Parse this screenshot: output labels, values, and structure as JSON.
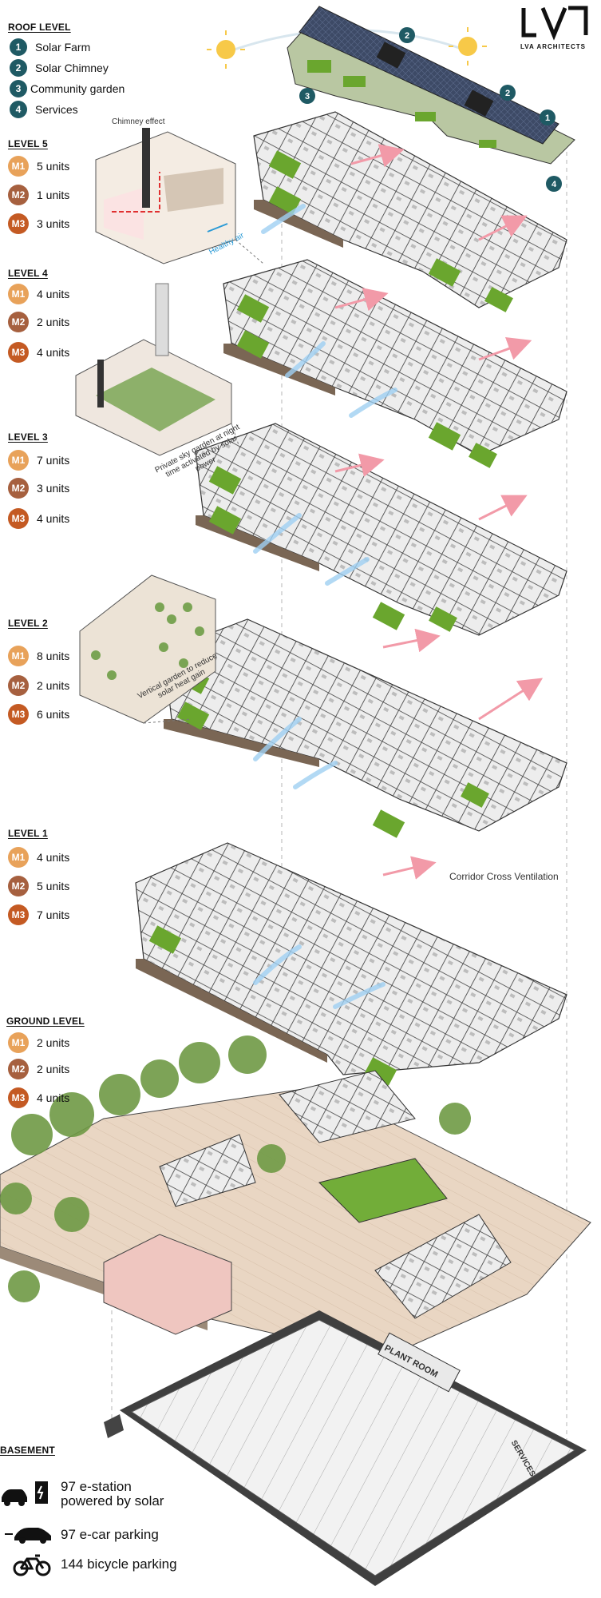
{
  "logo": {
    "text": "LVA ARCHITECTS",
    "colors": {
      "mark": "#111111"
    }
  },
  "colors": {
    "teal_badge": "#1f5a64",
    "m1": "#e8a25a",
    "m2": "#a6603f",
    "m3": "#c45a23",
    "green": "#6aa62e",
    "airflow": "#9fd0f2",
    "exhaust": "#f29aa8"
  },
  "roof_level": {
    "title": "ROOF LEVEL",
    "items": [
      {
        "num": "1",
        "label": "Solar Farm"
      },
      {
        "num": "2",
        "label": "Solar Chimney"
      },
      {
        "num": "3",
        "label": "Community garden"
      },
      {
        "num": "4",
        "label": "Services"
      }
    ]
  },
  "levels": [
    {
      "title": "LEVEL 5",
      "m1": "5 units",
      "m2": "1 units",
      "m3": "3 units"
    },
    {
      "title": "LEVEL 4",
      "m1": "4 units",
      "m2": "2 units",
      "m3": "4 units"
    },
    {
      "title": "LEVEL 3",
      "m1": "7 units",
      "m2": "3 units",
      "m3": "4 units"
    },
    {
      "title": "LEVEL 2",
      "m1": "8 units",
      "m2": "2 units",
      "m3": "6 units"
    },
    {
      "title": "LEVEL 1",
      "m1": "4 units",
      "m2": "5 units",
      "m3": "7 units"
    },
    {
      "title": "GROUND LEVEL",
      "m1": "2 units",
      "m2": "2 units",
      "m3": "4 units"
    }
  ],
  "unit_labels": {
    "m1": "M1",
    "m2": "M2",
    "m3": "M3"
  },
  "annotations": {
    "chimney_effect": "Chimney effect",
    "healthy_air": "Healthy air",
    "sky_garden": "Private sky garden at night time activated by solar power",
    "vertical_garden": "Vertical garden to reduce solar heat gain",
    "corridor": "Corridor Cross Ventilation",
    "plant_room": "PLANT ROOM",
    "services": "SERVICES"
  },
  "basement": {
    "title": "BASEMENT",
    "items": [
      {
        "icon": "e-station-icon",
        "label": "97 e-station powered by solar"
      },
      {
        "icon": "e-car-icon",
        "label": "97 e-car parking"
      },
      {
        "icon": "bicycle-icon",
        "label": "144 bicycle parking"
      }
    ]
  }
}
